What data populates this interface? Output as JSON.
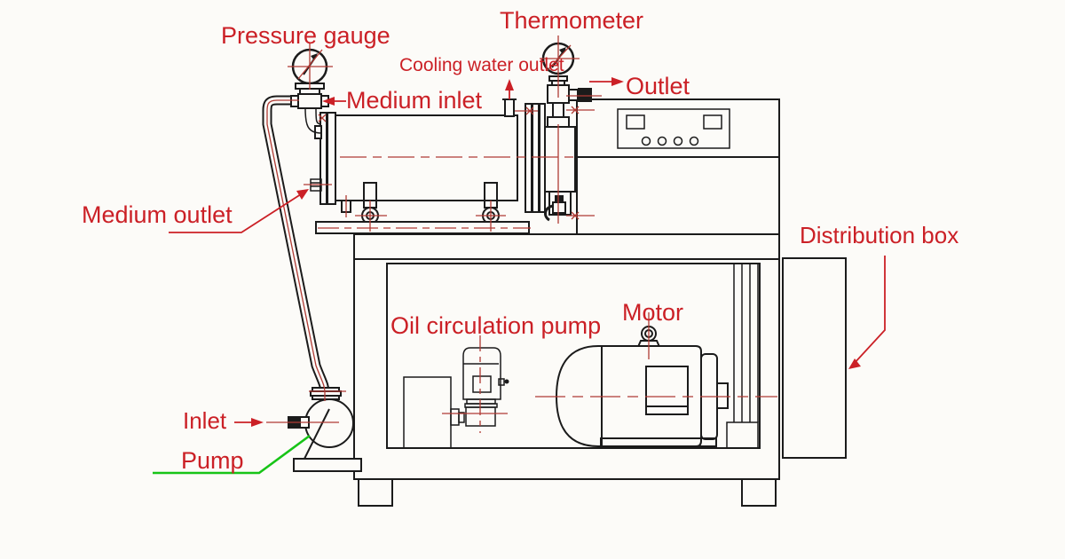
{
  "colors": {
    "background": "#fcfbf8",
    "line_black": "#1b1b1b",
    "label_red": "#cb2026",
    "centerline_red": "#b03a34",
    "leader_green": "#17c417"
  },
  "labels": {
    "pressure_gauge": "Pressure gauge",
    "thermometer": "Thermometer",
    "cooling_water_outlet": "Cooling water outlet",
    "medium_inlet": "Medium inlet",
    "outlet": "Outlet",
    "medium_outlet": "Medium outlet",
    "distribution_box": "Distribution box",
    "oil_circulation_pump": "Oil circulation pump",
    "motor": "Motor",
    "inlet": "Inlet",
    "pump": "Pump"
  }
}
